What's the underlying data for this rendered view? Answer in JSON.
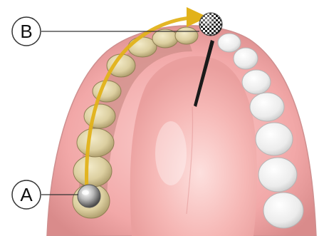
{
  "callouts": {
    "start": {
      "letter": "A"
    },
    "end": {
      "letter": "B"
    }
  },
  "markers": {
    "start": {
      "style": "steel-sphere"
    },
    "end": {
      "style": "checkered-sphere"
    }
  },
  "path": {
    "direction": "A-to-B"
  },
  "colors": {
    "gum": "#f2a8a8",
    "gum_dark": "#d98b8b",
    "palate": "#f6b8b6",
    "prepared_teeth": "#dccfa0",
    "natural_teeth": "#f4f4f4",
    "arrow": "#e2b21a",
    "callout_stroke": "#333333"
  },
  "icons": {
    "start_marker": "sphere-marker-icon",
    "end_marker": "checkered-sphere-icon",
    "arrow": "curved-arrow-icon"
  }
}
